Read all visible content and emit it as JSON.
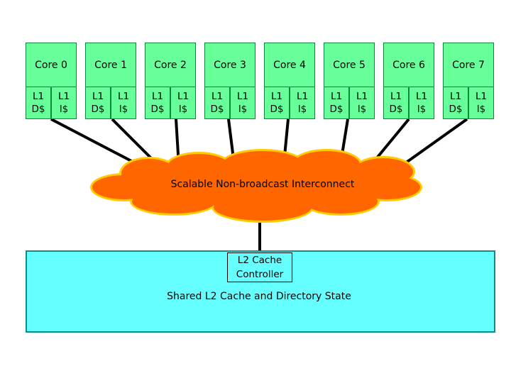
{
  "cores": [
    {
      "label": "Core 0",
      "l1d": [
        "L1",
        "D$"
      ],
      "l1i": [
        "L1",
        "I$"
      ]
    },
    {
      "label": "Core 1",
      "l1d": [
        "L1",
        "D$"
      ],
      "l1i": [
        "L1",
        "I$"
      ]
    },
    {
      "label": "Core 2",
      "l1d": [
        "L1",
        "D$"
      ],
      "l1i": [
        "L1",
        "I$"
      ]
    },
    {
      "label": "Core 3",
      "l1d": [
        "L1",
        "D$"
      ],
      "l1i": [
        "L1",
        "I$"
      ]
    },
    {
      "label": "Core 4",
      "l1d": [
        "L1",
        "D$"
      ],
      "l1i": [
        "L1",
        "I$"
      ]
    },
    {
      "label": "Core 5",
      "l1d": [
        "L1",
        "D$"
      ],
      "l1i": [
        "L1",
        "I$"
      ]
    },
    {
      "label": "Core 6",
      "l1d": [
        "L1",
        "D$"
      ],
      "l1i": [
        "L1",
        "I$"
      ]
    },
    {
      "label": "Core 7",
      "l1d": [
        "L1",
        "D$"
      ],
      "l1i": [
        "L1",
        "I$"
      ]
    }
  ],
  "interconnect": {
    "label": "Scalable Non-broadcast Interconnect"
  },
  "controller": {
    "line1": "L2 Cache",
    "line2": "Controller"
  },
  "shared_cache": {
    "label": "Shared L2 Cache and Directory State"
  },
  "colors": {
    "core_fill": "#66ff99",
    "cloud_fill": "#ff6600",
    "cloud_edge": "#ffcc00",
    "cache_fill": "#66ffff"
  }
}
